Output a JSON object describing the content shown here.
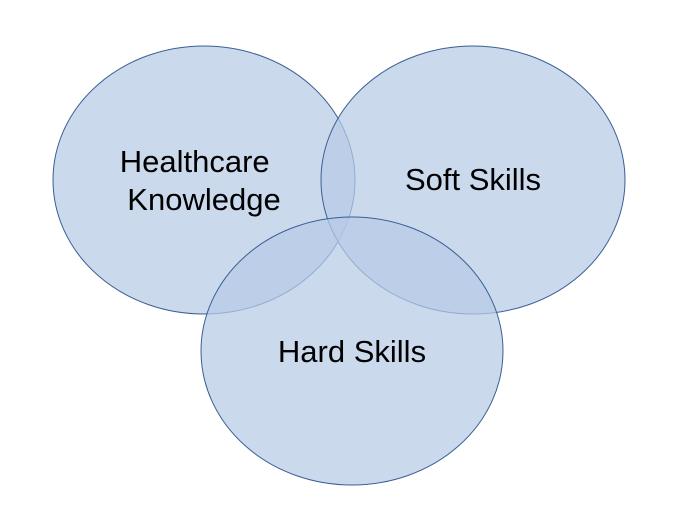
{
  "diagram": {
    "type": "venn",
    "colors": {
      "fill": "#b7cbe6",
      "stroke": "#3a5f95",
      "text": "#000000",
      "background": "#ffffff"
    },
    "sets": [
      {
        "id": "healthcare",
        "label_lines": [
          "Healthcare",
          "Knowledge"
        ]
      },
      {
        "id": "soft",
        "label_lines": [
          "Soft Skills"
        ]
      },
      {
        "id": "hard",
        "label_lines": [
          "Hard Skills"
        ]
      }
    ]
  }
}
